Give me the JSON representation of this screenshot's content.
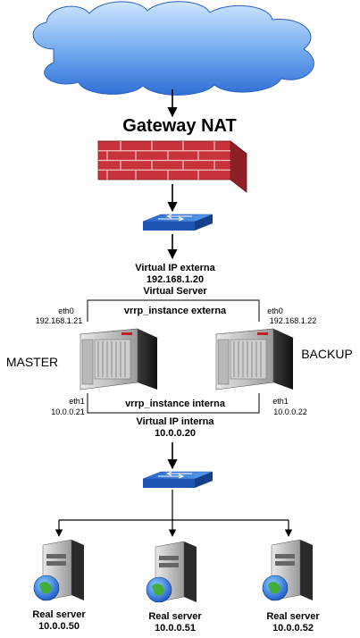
{
  "title": "Gateway NAT",
  "vip_external": {
    "line1": "Virtual IP externa",
    "line2": "192.168.1.20",
    "line3": "Virtual Server"
  },
  "vrrp_external": "vrrp_instance externa",
  "vrrp_internal": "vrrp_instance interna",
  "master": {
    "role": "MASTER",
    "eth0_name": "eth0",
    "eth0_ip": "192.168.1.21",
    "eth1_name": "eth1",
    "eth1_ip": "10.0.0.21"
  },
  "backup": {
    "role": "BACKUP",
    "eth0_name": "eth0",
    "eth0_ip": "192.168.1.22",
    "eth1_name": "eth1",
    "eth1_ip": "10.0.0.22"
  },
  "vip_internal": {
    "line1": "Virtual IP interna",
    "line2": "10.0.0.20"
  },
  "real_servers": [
    {
      "name": "Real server",
      "ip": "10.0.0.50"
    },
    {
      "name": "Real server",
      "ip": "10.0.0.51"
    },
    {
      "name": "Real server",
      "ip": "10.0.0.52"
    }
  ],
  "colors": {
    "title": "#e0141c",
    "cloud": "#2e6fd6",
    "firewall": "#c8323a",
    "switch": "#2f6fd0"
  }
}
